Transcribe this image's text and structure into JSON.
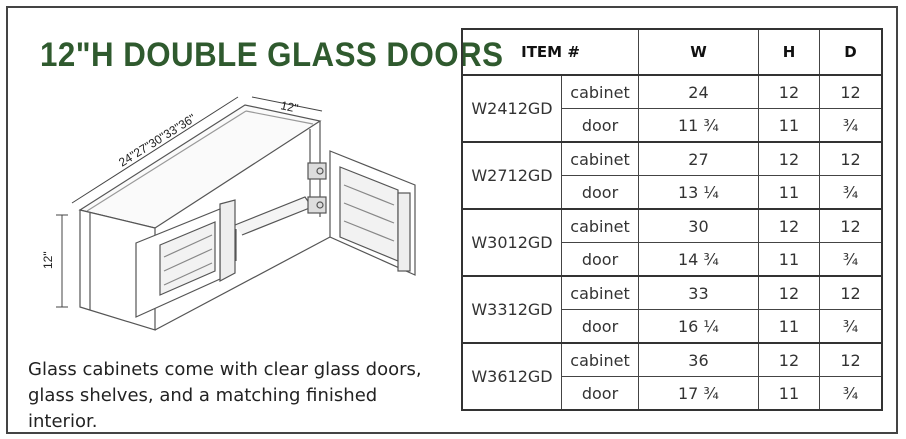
{
  "title": "12\"H DOUBLE GLASS DOORS",
  "description": "Glass cabinets come with clear glass doors, glass shelves, and a matching finished interior.",
  "drawing": {
    "width_label": "24\"27\"30\"33\"36\"",
    "depth_label": "12\"",
    "height_label": "12\""
  },
  "table": {
    "headers": {
      "item": "ITEM #",
      "w": "W",
      "h": "H",
      "d": "D"
    },
    "rows": [
      {
        "item": "W2412GD",
        "cabinet": {
          "label": "cabinet",
          "w": "24",
          "h": "12",
          "d": "12"
        },
        "door": {
          "label": "door",
          "w": "11 ¾",
          "h": "11",
          "d": "¾"
        }
      },
      {
        "item": "W2712GD",
        "cabinet": {
          "label": "cabinet",
          "w": "27",
          "h": "12",
          "d": "12"
        },
        "door": {
          "label": "door",
          "w": "13 ¼",
          "h": "11",
          "d": "¾"
        }
      },
      {
        "item": "W3012GD",
        "cabinet": {
          "label": "cabinet",
          "w": "30",
          "h": "12",
          "d": "12"
        },
        "door": {
          "label": "door",
          "w": "14 ¾",
          "h": "11",
          "d": "¾"
        }
      },
      {
        "item": "W3312GD",
        "cabinet": {
          "label": "cabinet",
          "w": "33",
          "h": "12",
          "d": "12"
        },
        "door": {
          "label": "door",
          "w": "16 ¼",
          "h": "11",
          "d": "¾"
        }
      },
      {
        "item": "W3612GD",
        "cabinet": {
          "label": "cabinet",
          "w": "36",
          "h": "12",
          "d": "12"
        },
        "door": {
          "label": "door",
          "w": "17 ¾",
          "h": "11",
          "d": "¾"
        }
      }
    ]
  }
}
